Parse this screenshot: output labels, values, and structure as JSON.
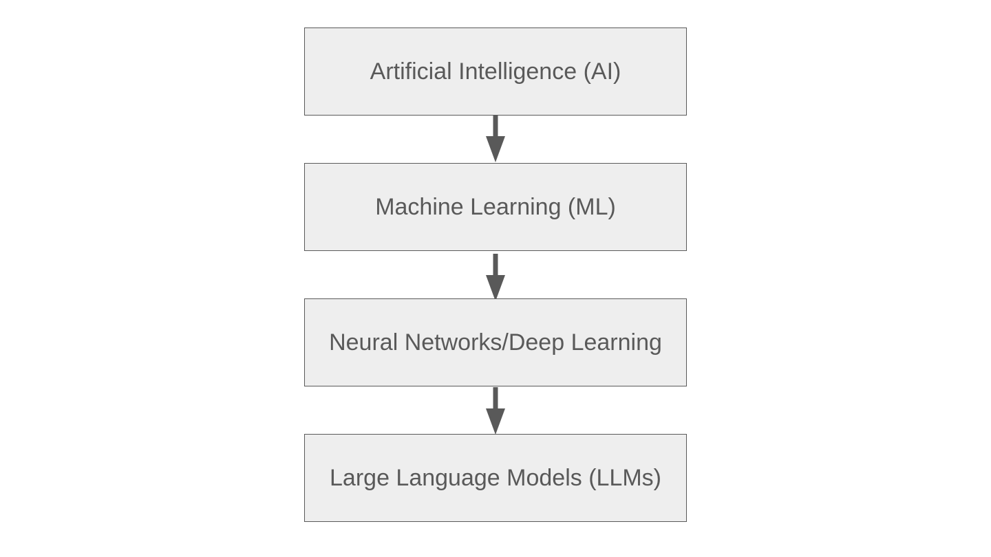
{
  "diagram": {
    "nodes": [
      {
        "label": "Artificial Intelligence (AI)"
      },
      {
        "label": "Machine Learning (ML)"
      },
      {
        "label": "Neural Networks/Deep Learning"
      },
      {
        "label": "Large Language Models (LLMs)"
      }
    ],
    "edges": [
      {
        "from": 0,
        "to": 1
      },
      {
        "from": 1,
        "to": 2
      },
      {
        "from": 2,
        "to": 3
      }
    ],
    "colors": {
      "node_fill": "#eeeeee",
      "node_border": "#595959",
      "text": "#595959",
      "arrow": "#595959"
    }
  }
}
